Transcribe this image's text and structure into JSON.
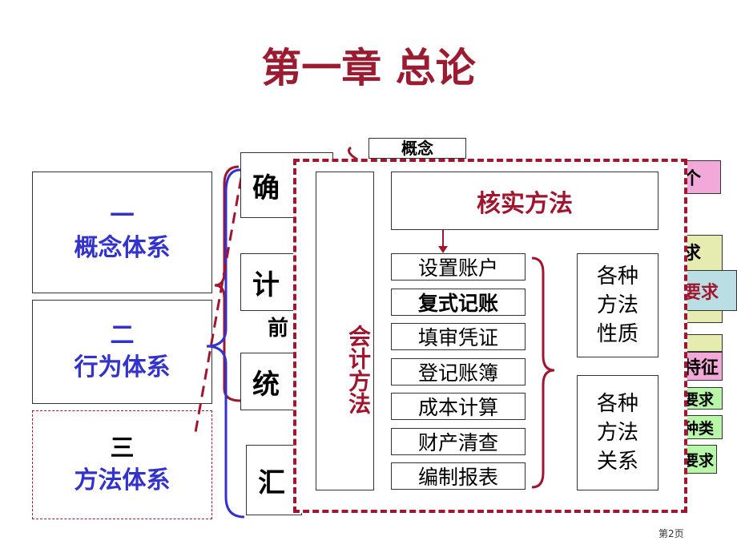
{
  "title": "第一章  总论",
  "left": [
    {
      "num": "一",
      "label": "概念体系"
    },
    {
      "num": "二",
      "label": "行为体系"
    },
    {
      "num": "三",
      "label": "方法体系"
    }
  ],
  "mid_fragments": {
    "confirm": "确",
    "calc": "计",
    "front": "前",
    "stat": "统",
    "summary": "汇",
    "concept": "概念"
  },
  "right_fragments": [
    "个",
    "求",
    "要求",
    "特征",
    "要求",
    "种类",
    "要求"
  ],
  "overlay": {
    "side_label": "会计方法",
    "header": "核实方法",
    "items": [
      "设置账户",
      "复式记账",
      "填审凭证",
      "登记账簿",
      "成本计算",
      "财产清查",
      "编制报表"
    ],
    "nature": "各种方法性质",
    "relation": "各种方法关系"
  },
  "footer": "第2页",
  "colors": {
    "accent": "#9b1c31",
    "blue": "#3333cc"
  }
}
